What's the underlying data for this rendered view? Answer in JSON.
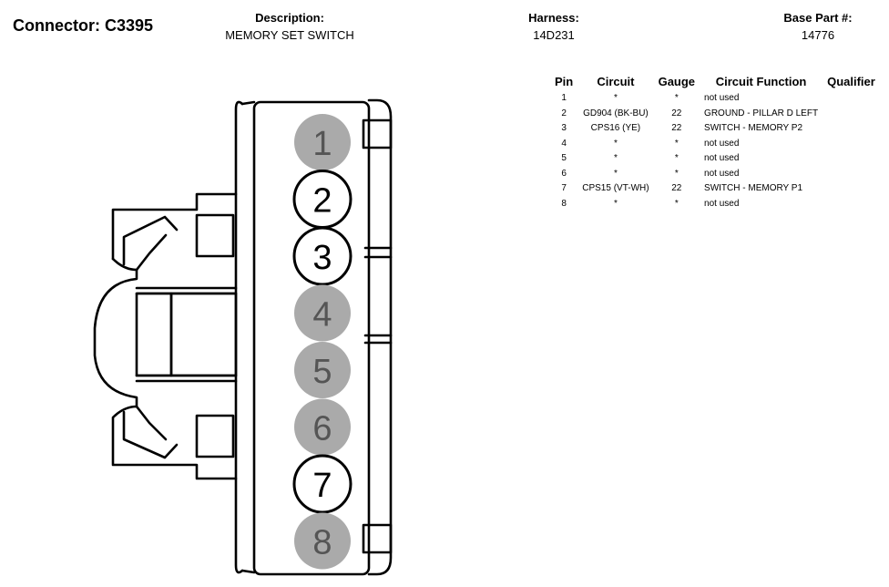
{
  "header": {
    "connector_title": "Connector: C3395",
    "description_label": "Description:",
    "description_value": "MEMORY SET SWITCH",
    "harness_label": "Harness:",
    "harness_value": "14D231",
    "base_part_label": "Base Part #:",
    "base_part_value": "14776"
  },
  "table": {
    "columns": [
      "Pin",
      "Circuit",
      "Gauge",
      "Circuit Function",
      "Qualifier"
    ],
    "rows": [
      {
        "pin": "1",
        "circuit": "*",
        "gauge": "*",
        "function": "not used",
        "qualifier": ""
      },
      {
        "pin": "2",
        "circuit": "GD904 (BK-BU)",
        "gauge": "22",
        "function": "GROUND - PILLAR D LEFT",
        "qualifier": ""
      },
      {
        "pin": "3",
        "circuit": "CPS16 (YE)",
        "gauge": "22",
        "function": "SWITCH - MEMORY P2",
        "qualifier": ""
      },
      {
        "pin": "4",
        "circuit": "*",
        "gauge": "*",
        "function": "not used",
        "qualifier": ""
      },
      {
        "pin": "5",
        "circuit": "*",
        "gauge": "*",
        "function": "not used",
        "qualifier": ""
      },
      {
        "pin": "6",
        "circuit": "*",
        "gauge": "*",
        "function": "not used",
        "qualifier": ""
      },
      {
        "pin": "7",
        "circuit": "CPS15 (VT-WH)",
        "gauge": "22",
        "function": "SWITCH - MEMORY P1",
        "qualifier": ""
      },
      {
        "pin": "8",
        "circuit": "*",
        "gauge": "*",
        "function": "not used",
        "qualifier": ""
      }
    ]
  },
  "diagram": {
    "pins": [
      {
        "label": "1",
        "used": false
      },
      {
        "label": "2",
        "used": true
      },
      {
        "label": "3",
        "used": true
      },
      {
        "label": "4",
        "used": false
      },
      {
        "label": "5",
        "used": false
      },
      {
        "label": "6",
        "used": false
      },
      {
        "label": "7",
        "used": true
      },
      {
        "label": "8",
        "used": false
      }
    ],
    "colors": {
      "unused_fill": "#aaaaaa",
      "unused_text": "#555555",
      "outline": "#000000"
    }
  }
}
